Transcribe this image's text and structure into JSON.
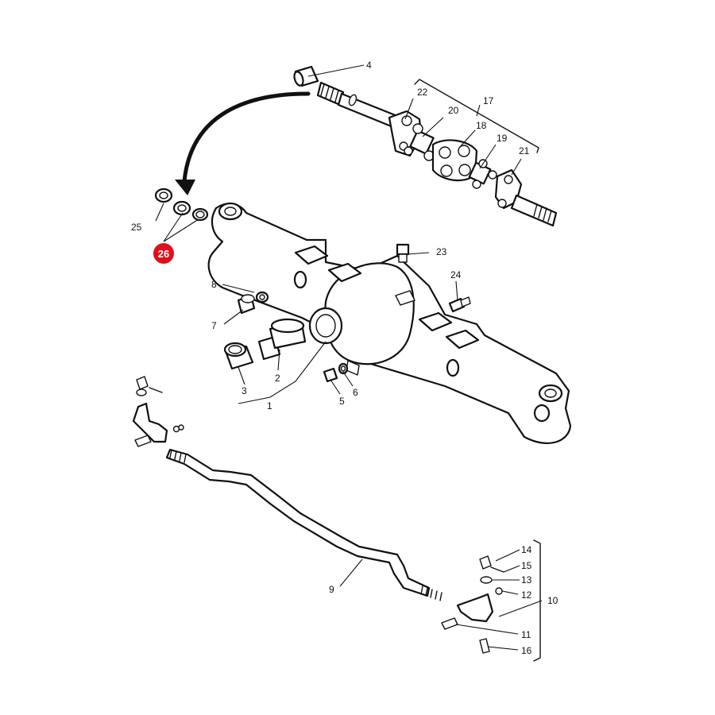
{
  "callouts": {
    "c1": "1",
    "c2": "2",
    "c3": "3",
    "c4": "4",
    "c5": "5",
    "c6": "6",
    "c7": "7",
    "c8": "8",
    "c9": "9",
    "c10": "10",
    "c11": "11",
    "c12": "12",
    "c13": "13",
    "c14": "14",
    "c15": "15",
    "c16": "16",
    "c17": "17",
    "c18": "18",
    "c19": "19",
    "c20": "20",
    "c21": "21",
    "c22": "22",
    "c23": "23",
    "c24": "24",
    "c25": "25"
  },
  "highlight": {
    "label": "26",
    "color": "#e0101a"
  }
}
